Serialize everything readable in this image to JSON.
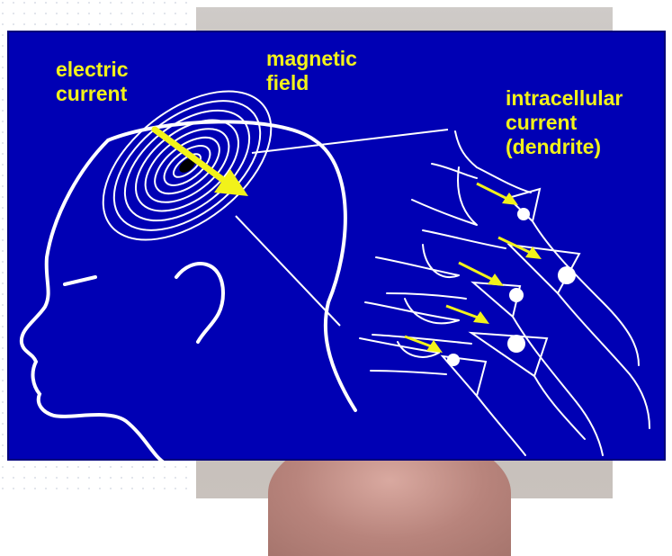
{
  "labels": {
    "electric_current": "electric\ncurrent",
    "magnetic_field": "magnetic\nfield",
    "intracellular_current": "intracellular\ncurrent\n(dendrite)"
  },
  "colors": {
    "slide_background": "#0000b4",
    "label_text": "#f2f21a",
    "line_art": "#ffffff",
    "arrows": "#f2f21a"
  }
}
